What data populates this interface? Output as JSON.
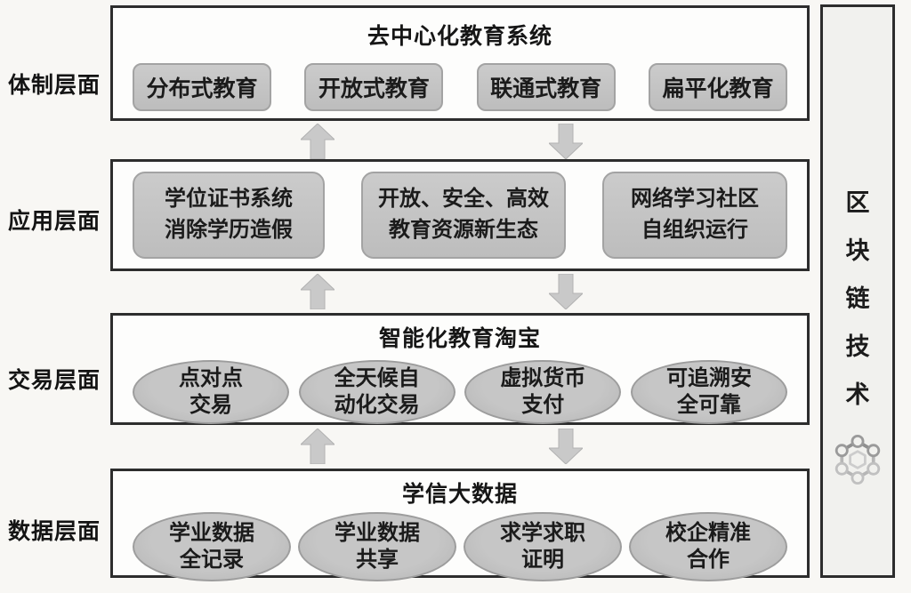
{
  "diagram": {
    "layers": [
      {
        "label": "体制层面",
        "title": "去中心化教育系统",
        "items": [
          "分布式教育",
          "开放式教育",
          "联通式教育",
          "扁平化教育"
        ]
      },
      {
        "label": "应用层面",
        "title": "",
        "items": [
          "学位证书系统\n消除学历造假",
          "开放、安全、高效\n教育资源新生态",
          "网络学习社区\n自组织运行"
        ]
      },
      {
        "label": "交易层面",
        "title": "智能化教育淘宝",
        "items": [
          "点对点\n交易",
          "全天候自\n动化交易",
          "虚拟货币\n支付",
          "可追溯安\n全可靠"
        ]
      },
      {
        "label": "数据层面",
        "title": "学信大数据",
        "items": [
          "学业数据\n全记录",
          "学业数据\n共享",
          "求学求职\n证明",
          "校企精准\n合作"
        ]
      }
    ],
    "sidebar": {
      "title": "区块链技术",
      "chars": [
        "区",
        "块",
        "链",
        "技",
        "术"
      ],
      "icon": "blockchain-hexagon-icon"
    },
    "colors": {
      "background": "#f8f7f4",
      "box_fill": "#fdfdfc",
      "box_border": "#2d2d2d",
      "node_fill": "#c3c3c3",
      "node_border": "#a3a3a3",
      "ellipse_fill": "#bdbdbd",
      "arrow_fill": "#c9c9c9",
      "sidebar_fill": "#f1f1ee",
      "text": "#161616"
    }
  }
}
